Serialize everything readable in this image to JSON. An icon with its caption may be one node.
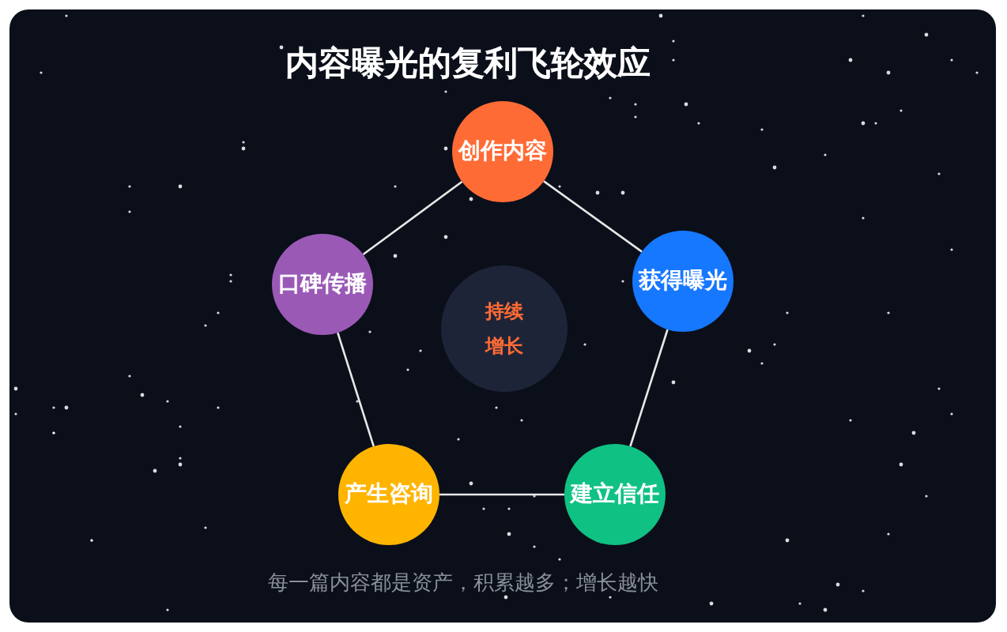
{
  "diagram": {
    "title": "内容曝光的复利飞轮效应",
    "caption": "每一篇内容都是资产，积累越多；增长越快",
    "nodes": [
      {
        "text": [
          "创作内容"
        ]
      },
      {
        "text": [
          "获得曝光"
        ]
      },
      {
        "text": [
          "建立信任"
        ]
      },
      {
        "text": [
          "产生咨询"
        ]
      },
      {
        "text": [
          "口碑传播"
        ]
      },
      {
        "text": [
          "持续增长"
        ]
      }
    ],
    "edges": [
      {
        "from": 0,
        "to": 1,
        "arrow": "none"
      },
      {
        "from": 1,
        "to": 2,
        "arrow": "none"
      },
      {
        "from": 2,
        "to": 3,
        "arrow": "none"
      },
      {
        "from": 3,
        "to": 4,
        "arrow": "none"
      },
      {
        "from": 4,
        "to": 0,
        "arrow": "none"
      }
    ]
  }
}
